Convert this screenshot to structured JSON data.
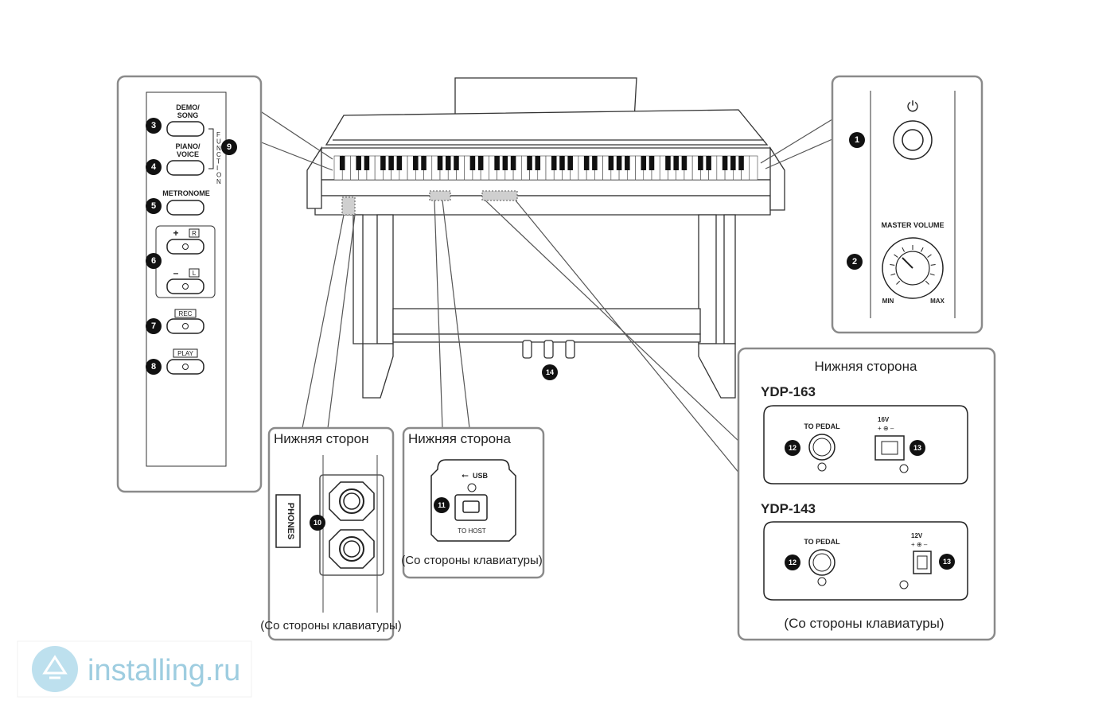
{
  "panel_left": {
    "demo_song": [
      "DEMO/",
      "SONG"
    ],
    "piano_voice": [
      "PIANO/",
      "VOICE"
    ],
    "function_label": "FUNCTION",
    "metronome": "METRONOME",
    "plus": "+",
    "r_label": "R",
    "minus": "–",
    "l_label": "L",
    "rec": "REC",
    "play": "PLAY"
  },
  "panel_right": {
    "power_symbol": "⏻",
    "master_volume": "MASTER VOLUME",
    "min": "MIN",
    "max": "MAX"
  },
  "callouts": {
    "n1": "1",
    "n2": "2",
    "n3": "3",
    "n4": "4",
    "n5": "5",
    "n6": "6",
    "n7": "7",
    "n8": "8",
    "n9": "9",
    "n10": "10",
    "n11": "11",
    "n12": "12",
    "n13": "13",
    "n14": "14"
  },
  "phones_panel": {
    "title": "Нижняя сторон",
    "label": "PHONES",
    "caption": "(Со стороны клавиатуры)"
  },
  "usb_panel": {
    "title": "Нижняя сторона",
    "usb": "USB",
    "to_host": "TO HOST",
    "caption": "(Со стороны клавиатуры)"
  },
  "bottom_panel": {
    "title": "Нижняя сторона",
    "model_163": "YDP-163",
    "model_143": "YDP-143",
    "to_pedal": "TO PEDAL",
    "v16": "16V",
    "v12": "12V",
    "polarity": "+ ⊕ –",
    "caption": "(Со стороны клавиатуры)"
  },
  "watermark": {
    "text": "installing.ru"
  },
  "colors": {
    "line": "#555555",
    "panel_border": "#8a8a8a",
    "callout_fill": "#111111",
    "watermark": "#9ecde0"
  }
}
